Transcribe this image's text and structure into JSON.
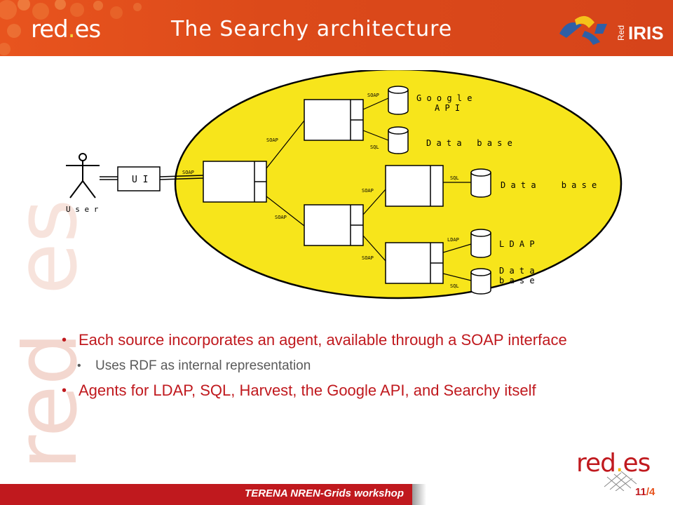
{
  "header": {
    "logo_text_a": "red",
    "logo_text_dot": ".",
    "logo_text_b": "es",
    "title": "The Searchy architecture",
    "partner_logo_small": "Red",
    "partner_logo_big": "IRIS"
  },
  "diagram": {
    "user_label": "U s e r",
    "ui_label": "U I",
    "google_label_1": "G o o g l e",
    "google_label_2": "A P I",
    "database_label": "D a t a   b a s e",
    "database_label_2": "D a t a     b a s e",
    "ldap_label": "L D A P",
    "database_stack_1": "D a t a",
    "database_stack_2": "b a s e",
    "soap": "SOAP",
    "sql": "SQL",
    "ldap": "LDAP"
  },
  "bullets": {
    "item1": "Each source incorporates an agent, available through a SOAP interface",
    "item1_sub": "Uses RDF as internal representation",
    "item2": "Agents for LDAP, SQL, Harvest, the Google API, and Searchy itself"
  },
  "footer": {
    "workshop": "TERENA NREN-Grids workshop",
    "logo_a": "red",
    "logo_dot": ".",
    "logo_b": "es",
    "page": "11",
    "separator": "/",
    "total": "4"
  },
  "colors": {
    "header": "#dc4a1a",
    "ellipse": "#f7e51b",
    "accent_red": "#c0191e"
  }
}
